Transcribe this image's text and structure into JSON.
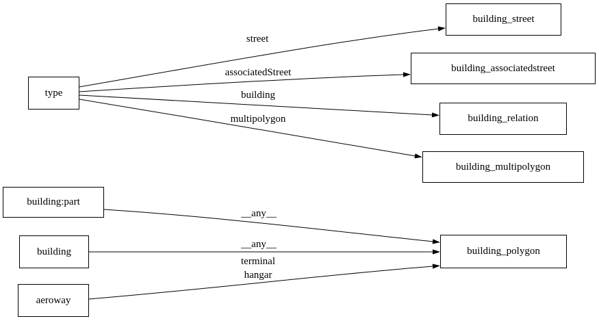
{
  "diagram": {
    "kind": "directed-graph",
    "background_color": "#ffffff",
    "node_border_color": "#000000",
    "edge_color": "#000000",
    "text_color": "#000000",
    "nodes": [
      {
        "id": "type",
        "label": "type"
      },
      {
        "id": "building_street",
        "label": "building_street"
      },
      {
        "id": "building_associatedstreet",
        "label": "building_associatedstreet"
      },
      {
        "id": "building_relation",
        "label": "building_relation"
      },
      {
        "id": "building_multipolygon",
        "label": "building_multipolygon"
      },
      {
        "id": "building:part",
        "label": "building:part"
      },
      {
        "id": "building",
        "label": "building"
      },
      {
        "id": "aeroway",
        "label": "aeroway"
      },
      {
        "id": "building_polygon",
        "label": "building_polygon"
      }
    ],
    "edges": [
      {
        "from": "type",
        "to": "building_street",
        "label": "street"
      },
      {
        "from": "type",
        "to": "building_associatedstreet",
        "label": "associatedStreet"
      },
      {
        "from": "type",
        "to": "building_relation",
        "label": "building"
      },
      {
        "from": "type",
        "to": "building_multipolygon",
        "label": "multipolygon"
      },
      {
        "from": "building:part",
        "to": "building_polygon",
        "label": "__any__"
      },
      {
        "from": "building",
        "to": "building_polygon",
        "label": "__any__"
      },
      {
        "from": "aeroway",
        "to": "building_polygon",
        "labels": [
          "terminal",
          "hangar"
        ]
      }
    ]
  }
}
